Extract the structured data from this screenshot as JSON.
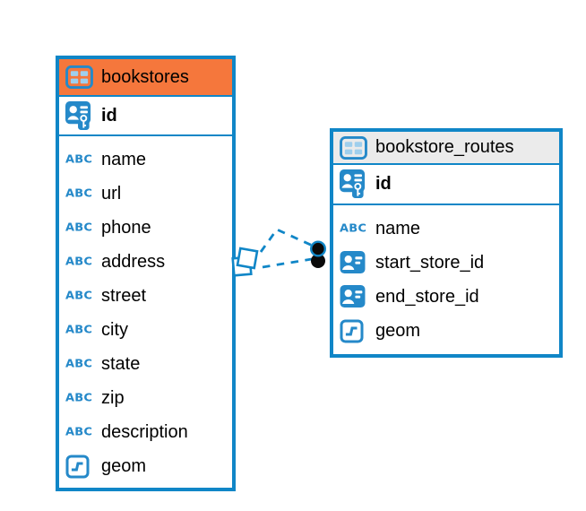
{
  "colors": {
    "accent": "#1086C7",
    "icon_blue": "#2589C9",
    "icon_cell_blue": "#9FCFED",
    "header_selected": "#F5773C",
    "header_default": "#EBEBEB",
    "connector_dot": "#0A0A0A",
    "text": "#000000",
    "background": "#FFFFFF"
  },
  "icons": {
    "text_type_glyph": "ABC"
  },
  "tables": [
    {
      "name": "bookstores",
      "header_icon": "table-icon",
      "header_variant": "selected-orange",
      "primary_key": {
        "name": "id",
        "icon": "primary-key-icon"
      },
      "columns": [
        {
          "name": "name",
          "type": "text",
          "icon": "text-type-icon"
        },
        {
          "name": "url",
          "type": "text",
          "icon": "text-type-icon"
        },
        {
          "name": "phone",
          "type": "text",
          "icon": "text-type-icon"
        },
        {
          "name": "address",
          "type": "text",
          "icon": "text-type-icon"
        },
        {
          "name": "street",
          "type": "text",
          "icon": "text-type-icon"
        },
        {
          "name": "city",
          "type": "text",
          "icon": "text-type-icon"
        },
        {
          "name": "state",
          "type": "text",
          "icon": "text-type-icon"
        },
        {
          "name": "zip",
          "type": "text",
          "icon": "text-type-icon"
        },
        {
          "name": "description",
          "type": "text",
          "icon": "text-type-icon"
        },
        {
          "name": "geom",
          "type": "geometry",
          "icon": "geometry-type-icon"
        }
      ]
    },
    {
      "name": "bookstore_routes",
      "header_icon": "table-icon",
      "header_variant": "default-gray",
      "primary_key": {
        "name": "id",
        "icon": "primary-key-icon"
      },
      "columns": [
        {
          "name": "name",
          "type": "text",
          "icon": "text-type-icon"
        },
        {
          "name": "start_store_id",
          "type": "reference",
          "icon": "foreign-key-icon"
        },
        {
          "name": "end_store_id",
          "type": "reference",
          "icon": "foreign-key-icon"
        },
        {
          "name": "geom",
          "type": "geometry",
          "icon": "geometry-type-icon"
        }
      ]
    }
  ],
  "relationship": {
    "from": "bookstores",
    "to": "bookstore_routes",
    "line_style": "dashed"
  }
}
